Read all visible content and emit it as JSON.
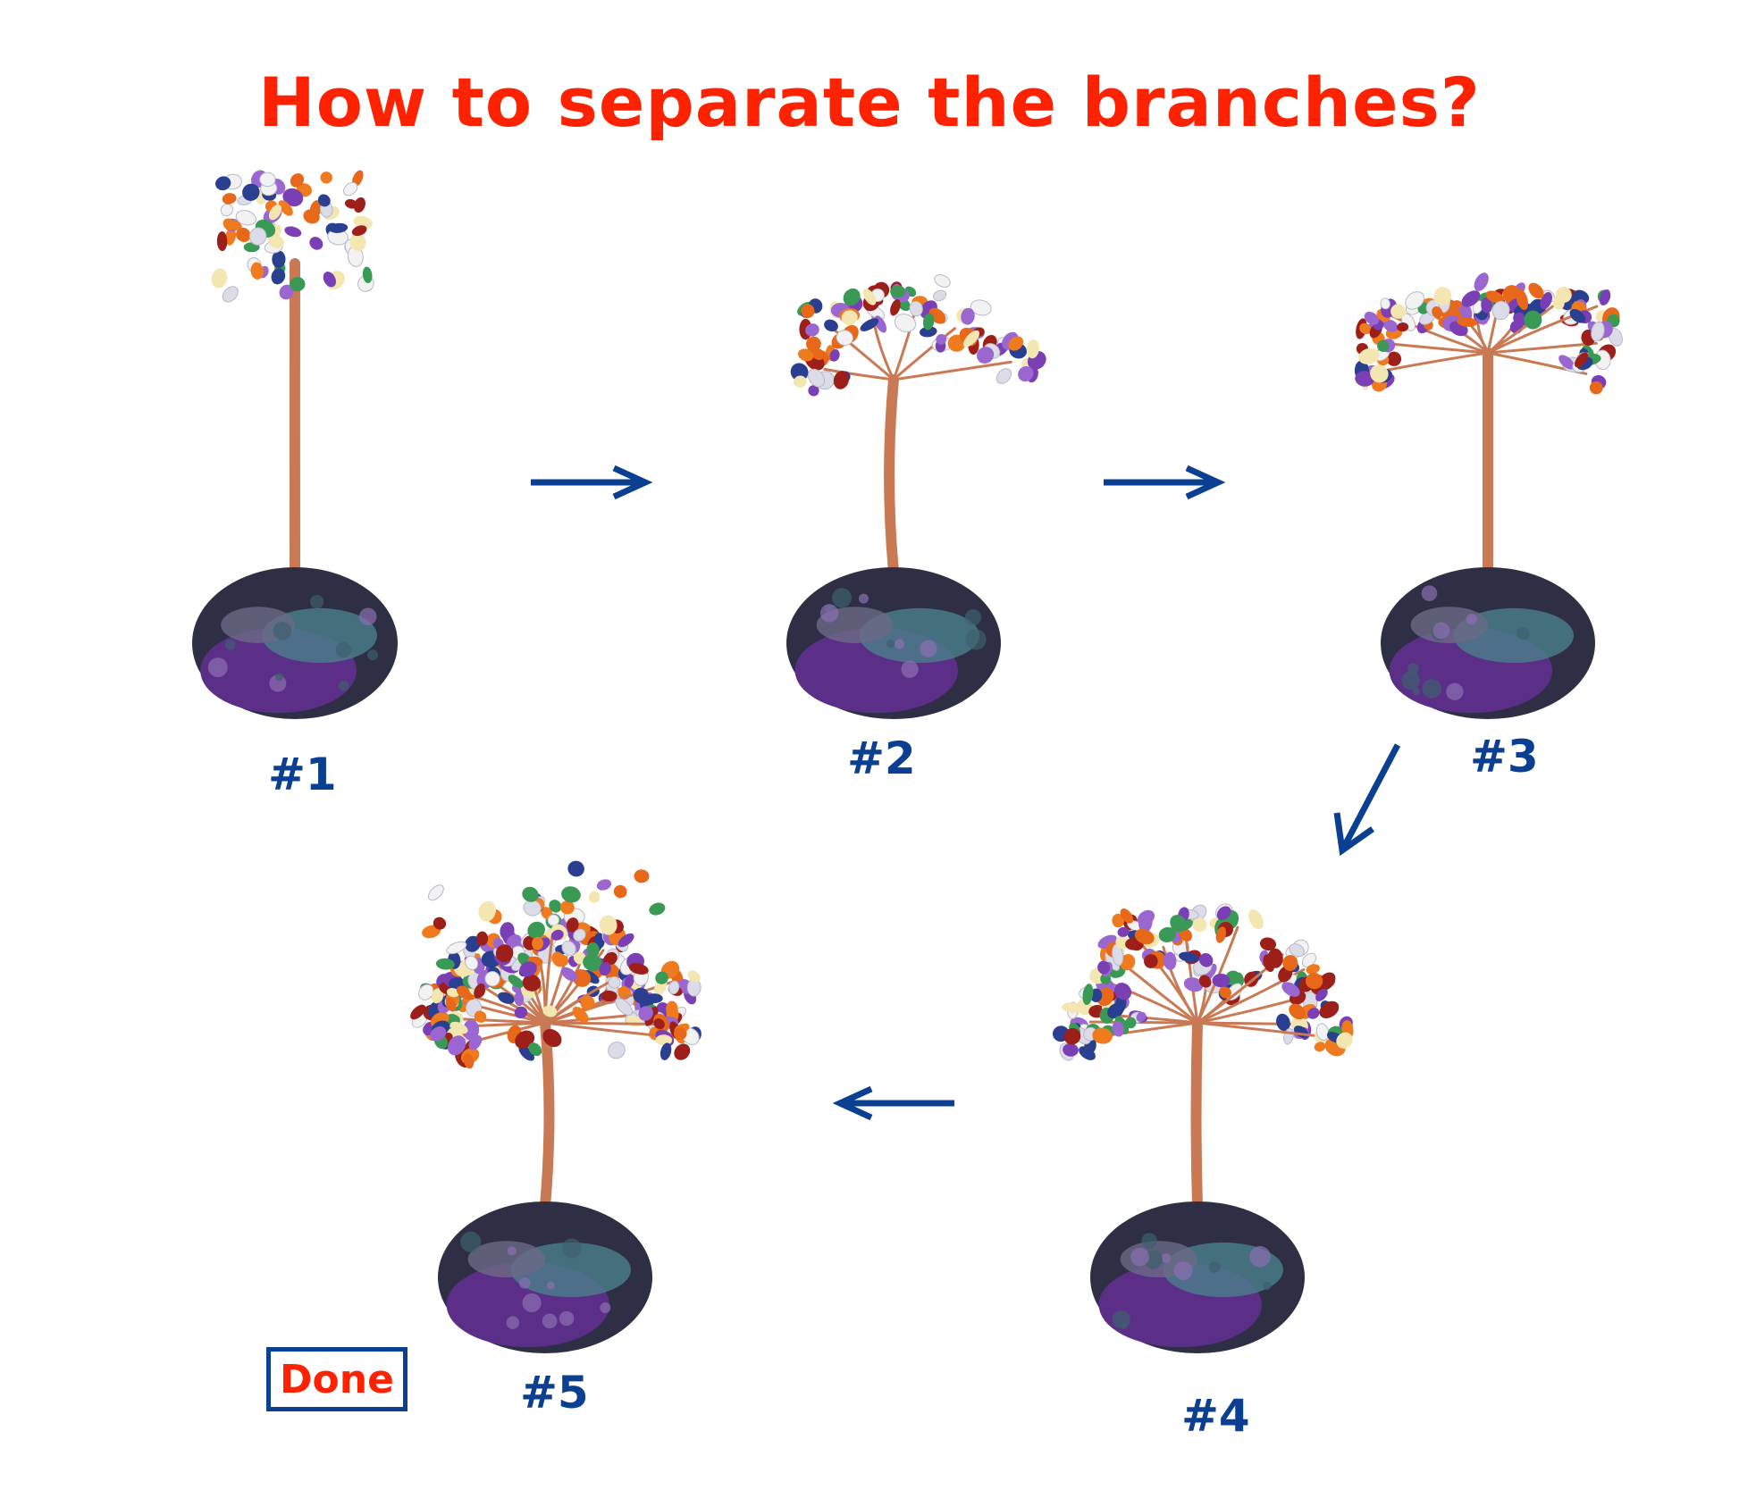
{
  "title": "How to separate the branches?",
  "steps": [
    {
      "label": "#1"
    },
    {
      "label": "#2"
    },
    {
      "label": "#3"
    },
    {
      "label": "#4"
    },
    {
      "label": "#5"
    }
  ],
  "done_label": "Done",
  "colors": {
    "title": "#ff2200",
    "label": "#0b3f91",
    "arrow": "#0b3f91",
    "done_text": "#ff2200",
    "done_border": "#0b3f91",
    "wire": "#c97a55",
    "base_dark": "#2e2f45",
    "base_purple": "#5b2f87",
    "base_teal": "#4a7f8a"
  },
  "gem_colors": [
    "#7b3fb5",
    "#9a66d0",
    "#f07a1e",
    "#e8681a",
    "#f2f2f2",
    "#dcdce8",
    "#3a9a55",
    "#2a3f8f",
    "#9c1f1a",
    "#f4e6b0"
  ]
}
